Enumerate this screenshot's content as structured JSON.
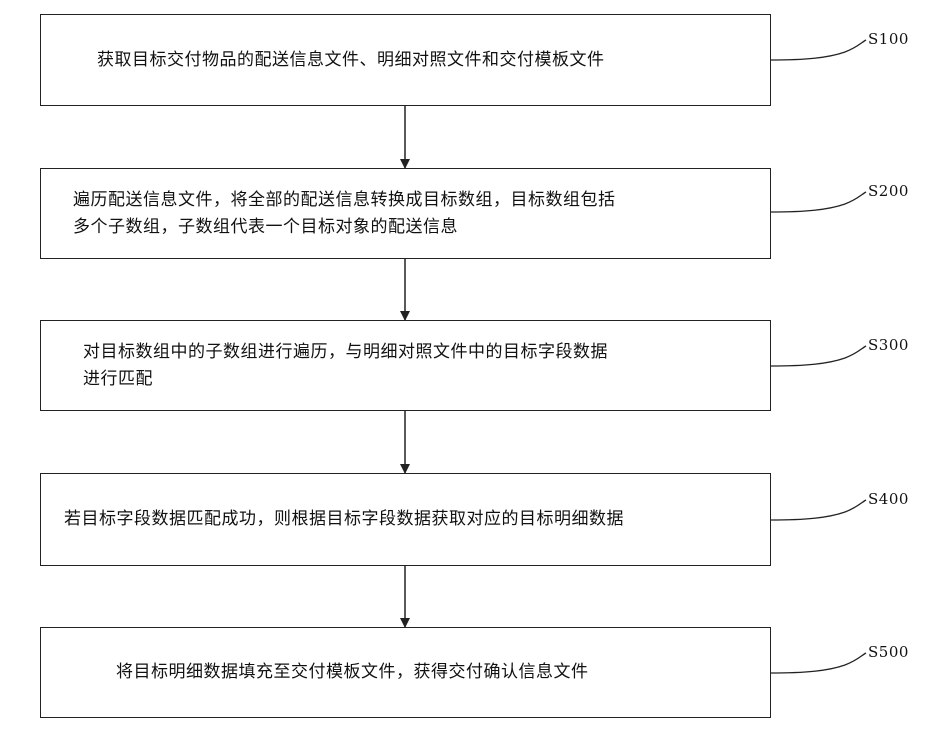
{
  "steps": [
    {
      "id": "S100",
      "text": "获取目标交付物品的配送信息文件、明细对照文件和交付模板文件"
    },
    {
      "id": "S200",
      "text": "遍历配送信息文件，将全部的配送信息转换成目标数组，目标数组包括\n多个子数组，子数组代表一个目标对象的配送信息"
    },
    {
      "id": "S300",
      "text": "对目标数组中的子数组进行遍历，与明细对照文件中的目标字段数据\n进行匹配"
    },
    {
      "id": "S400",
      "text": "若目标字段数据匹配成功，则根据目标字段数据获取对应的目标明细数据"
    },
    {
      "id": "S500",
      "text": "将目标明细数据填充至交付模板文件，获得交付确认信息文件"
    }
  ]
}
